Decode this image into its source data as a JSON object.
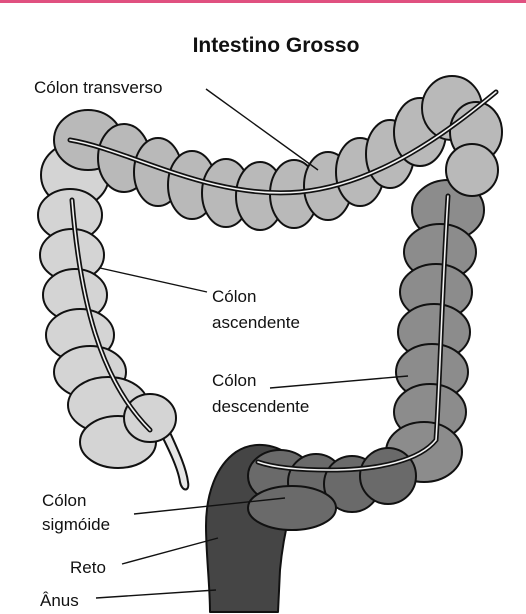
{
  "title": "Intestino Grosso",
  "labels": {
    "transverse": "Cólon transverso",
    "ascending_1": "Cólon",
    "ascending_2": "ascendente",
    "descending_1": "Cólon",
    "descending_2": "descendente",
    "sigmoid_1": "Cólon",
    "sigmoid_2": "sigmóide",
    "rectum": "Reto",
    "anus": "Ânus"
  },
  "colors": {
    "accent_rule": "#e05080",
    "ascending": "#d4d4d4",
    "transverse": "#b9b9b9",
    "descending": "#8c8c8c",
    "sigmoid": "#6a6a6a",
    "rectum": "#454545",
    "outline": "#111111"
  }
}
